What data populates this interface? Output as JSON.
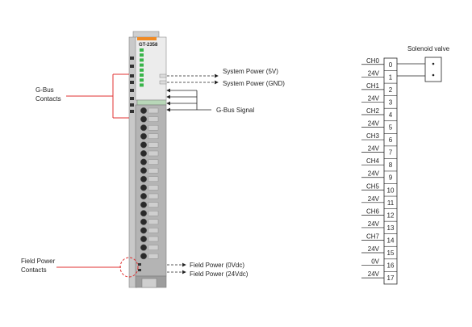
{
  "module": {
    "model": "GT-2358",
    "led_count": 8,
    "terminal_count": 18
  },
  "callouts": {
    "gbus_contacts": [
      "G-Bus",
      "Contacts"
    ],
    "field_power_contacts": [
      "Field Power",
      "Contacts"
    ],
    "system_power_5v": "System Power (5V)",
    "system_power_gnd": "System Power (GND)",
    "gbus_signal": "G-Bus Signal",
    "field_power_0v": "Field Power (0Vdc)",
    "field_power_24v": "Field Power (24Vdc)"
  },
  "wiring": {
    "load_label": "Solenoid valve",
    "rows": [
      {
        "signal": "CH0",
        "terminal": "0"
      },
      {
        "signal": "24V",
        "terminal": "1"
      },
      {
        "signal": "CH1",
        "terminal": "2"
      },
      {
        "signal": "24V",
        "terminal": "3"
      },
      {
        "signal": "CH2",
        "terminal": "4"
      },
      {
        "signal": "24V",
        "terminal": "5"
      },
      {
        "signal": "CH3",
        "terminal": "6"
      },
      {
        "signal": "24V",
        "terminal": "7"
      },
      {
        "signal": "CH4",
        "terminal": "8"
      },
      {
        "signal": "24V",
        "terminal": "9"
      },
      {
        "signal": "CH5",
        "terminal": "10"
      },
      {
        "signal": "24V",
        "terminal": "11"
      },
      {
        "signal": "CH6",
        "terminal": "12"
      },
      {
        "signal": "24V",
        "terminal": "13"
      },
      {
        "signal": "CH7",
        "terminal": "14"
      },
      {
        "signal": "24V",
        "terminal": "15"
      },
      {
        "signal": "0V",
        "terminal": "16"
      },
      {
        "signal": "24V",
        "terminal": "17"
      }
    ]
  },
  "colors": {
    "callout_line": "#e03030",
    "module_body": "#a9a9a9",
    "module_light": "#d6d6d6",
    "led_green": "#39b54a",
    "header_orange": "#f08a24",
    "text": "#222222"
  }
}
